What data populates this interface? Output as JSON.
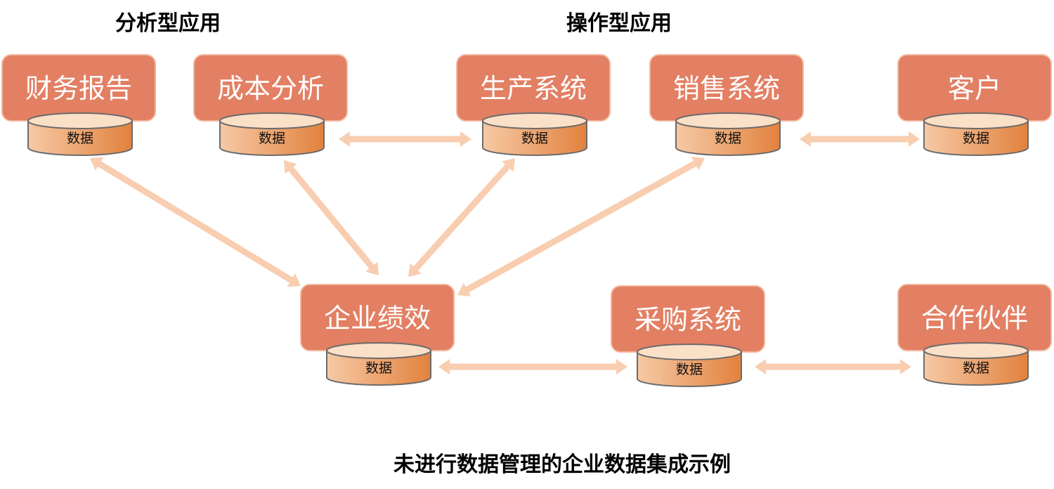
{
  "headings": {
    "analytic": "分析型应用",
    "operational": "操作型应用",
    "caption": "未进行数据管理的企业数据集成示例"
  },
  "db_label": "数据",
  "systems": [
    {
      "id": "finance",
      "label": "财务报告"
    },
    {
      "id": "cost",
      "label": "成本分析"
    },
    {
      "id": "production",
      "label": "生产系统"
    },
    {
      "id": "sales",
      "label": "销售系统"
    },
    {
      "id": "customer",
      "label": "客户"
    },
    {
      "id": "performance",
      "label": "企业绩效"
    },
    {
      "id": "purchasing",
      "label": "采购系统"
    },
    {
      "id": "partner",
      "label": "合作伙伴"
    }
  ],
  "links": [
    {
      "from": "cost",
      "to": "production"
    },
    {
      "from": "sales",
      "to": "customer"
    },
    {
      "from": "performance",
      "to": "finance"
    },
    {
      "from": "performance",
      "to": "cost"
    },
    {
      "from": "performance",
      "to": "production"
    },
    {
      "from": "performance",
      "to": "sales"
    },
    {
      "from": "performance",
      "to": "purchasing"
    },
    {
      "from": "purchasing",
      "to": "partner"
    }
  ],
  "colors": {
    "box_fill": "#e37f63",
    "box_border": "#f2b79e",
    "arrow": "#f8cdb0",
    "db_light": "#f6c9a4",
    "db_dark": "#e2823e",
    "db_top": "#fbe0c8",
    "db_stroke": "#6b6b6b"
  }
}
